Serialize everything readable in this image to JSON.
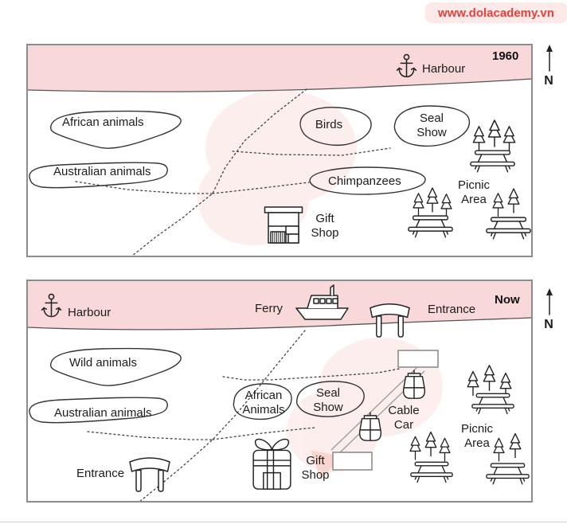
{
  "watermark": {
    "text": "www.dolacademy.vn"
  },
  "compass": {
    "label": "N"
  },
  "colors": {
    "harbour_pink": "#f9d8da",
    "watermark_red": "#e8403a",
    "watermark_bg": "#fdeae8",
    "panel_border": "#8c8c8c",
    "ink": "#1c1c1c",
    "logo_tint": "#f3b7b2"
  },
  "icons": {
    "anchor": "anchor-icon",
    "ferry_ship": "ship-icon",
    "entrance_gate": "arch-gate-icon",
    "pine_tree": "pine-tree-icon",
    "picnic_table": "picnic-table-icon",
    "gift_shop_building": "storefront-icon",
    "gift_box": "present-icon",
    "cable_car_cabin": "gondola-icon",
    "north_arrow": "up-arrow-icon"
  },
  "map_1960": {
    "title": "1960",
    "harbour_label": "Harbour",
    "areas": {
      "african": "African animals",
      "australian": "Australian animals",
      "birds": "Birds",
      "seal_show": "Seal\nShow",
      "chimpanzees": "Chimpanzees",
      "gift_shop": "Gift\nShop",
      "picnic": "Picnic\nArea"
    }
  },
  "map_now": {
    "title": "Now",
    "harbour_label": "Harbour",
    "ferry_label": "Ferry",
    "entrance_harbour_label": "Entrance",
    "entrance_west_label": "Entrance",
    "areas": {
      "wild": "Wild animals",
      "australian": "Australian animals",
      "african": "African\nAnimals",
      "seal_show": "Seal\nShow",
      "cable_car": "Cable\nCar",
      "gift_shop": "Gift\nShop",
      "picnic": "Picnic\nArea"
    }
  }
}
